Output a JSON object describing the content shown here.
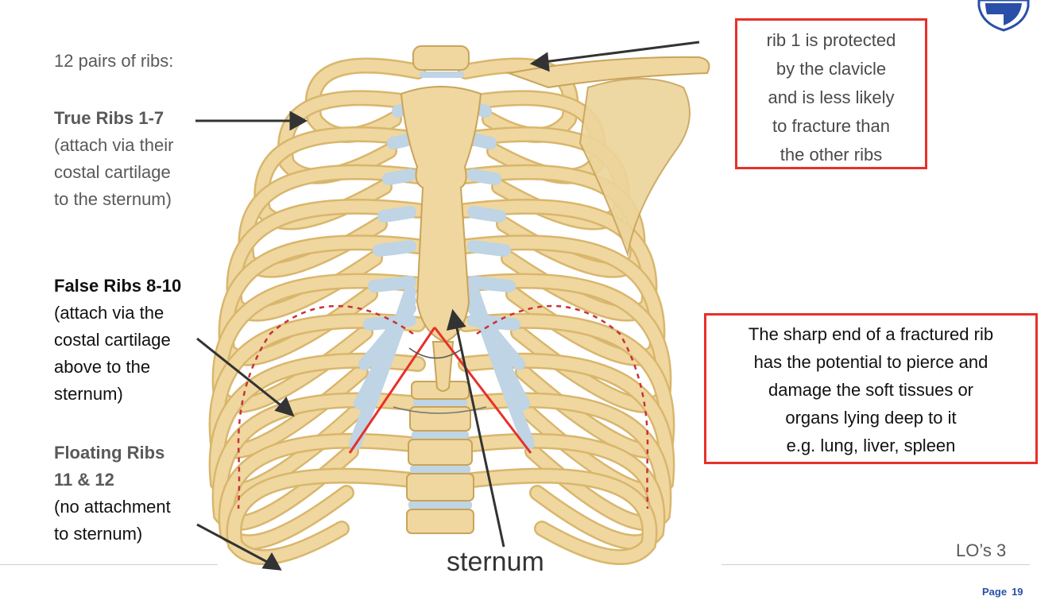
{
  "slide": {
    "pairs_label": "12 pairs of ribs:",
    "true_ribs": {
      "title": "True Ribs 1-7",
      "lines": [
        "(attach via their",
        "costal cartilage",
        "to the sternum)"
      ]
    },
    "false_ribs": {
      "title": "False Ribs 8-10",
      "lines": [
        "(attach via the",
        "costal cartilage",
        "above to the",
        "sternum)"
      ]
    },
    "floating_ribs": {
      "title_lines": [
        "Floating Ribs",
        "11 & 12"
      ],
      "lines": [
        "(no attachment",
        "to sternum)"
      ]
    },
    "callout_clavicle": {
      "lines": [
        "rib 1 is protected",
        "by the clavicle",
        "and is less likely",
        "to fracture than",
        "the other ribs"
      ]
    },
    "callout_fracture": {
      "lines": [
        "The sharp end of a fractured rib",
        "has the potential to pierce and",
        "damage the soft tissues or",
        "organs lying deep to it",
        "e.g. lung, liver, spleen"
      ]
    },
    "sternum_label": "sternum",
    "los_label": "LO’s 3",
    "page_label": "Page",
    "page_number": "19"
  },
  "colors": {
    "bone": "#efd79f",
    "bone_dark": "#d9b66c",
    "cartilage": "#bfd4e4",
    "callout_border": "#e8302a",
    "arrow": "#333333",
    "page_blue": "#2a4fa8"
  },
  "icons": {
    "logo": "shield-icon"
  }
}
